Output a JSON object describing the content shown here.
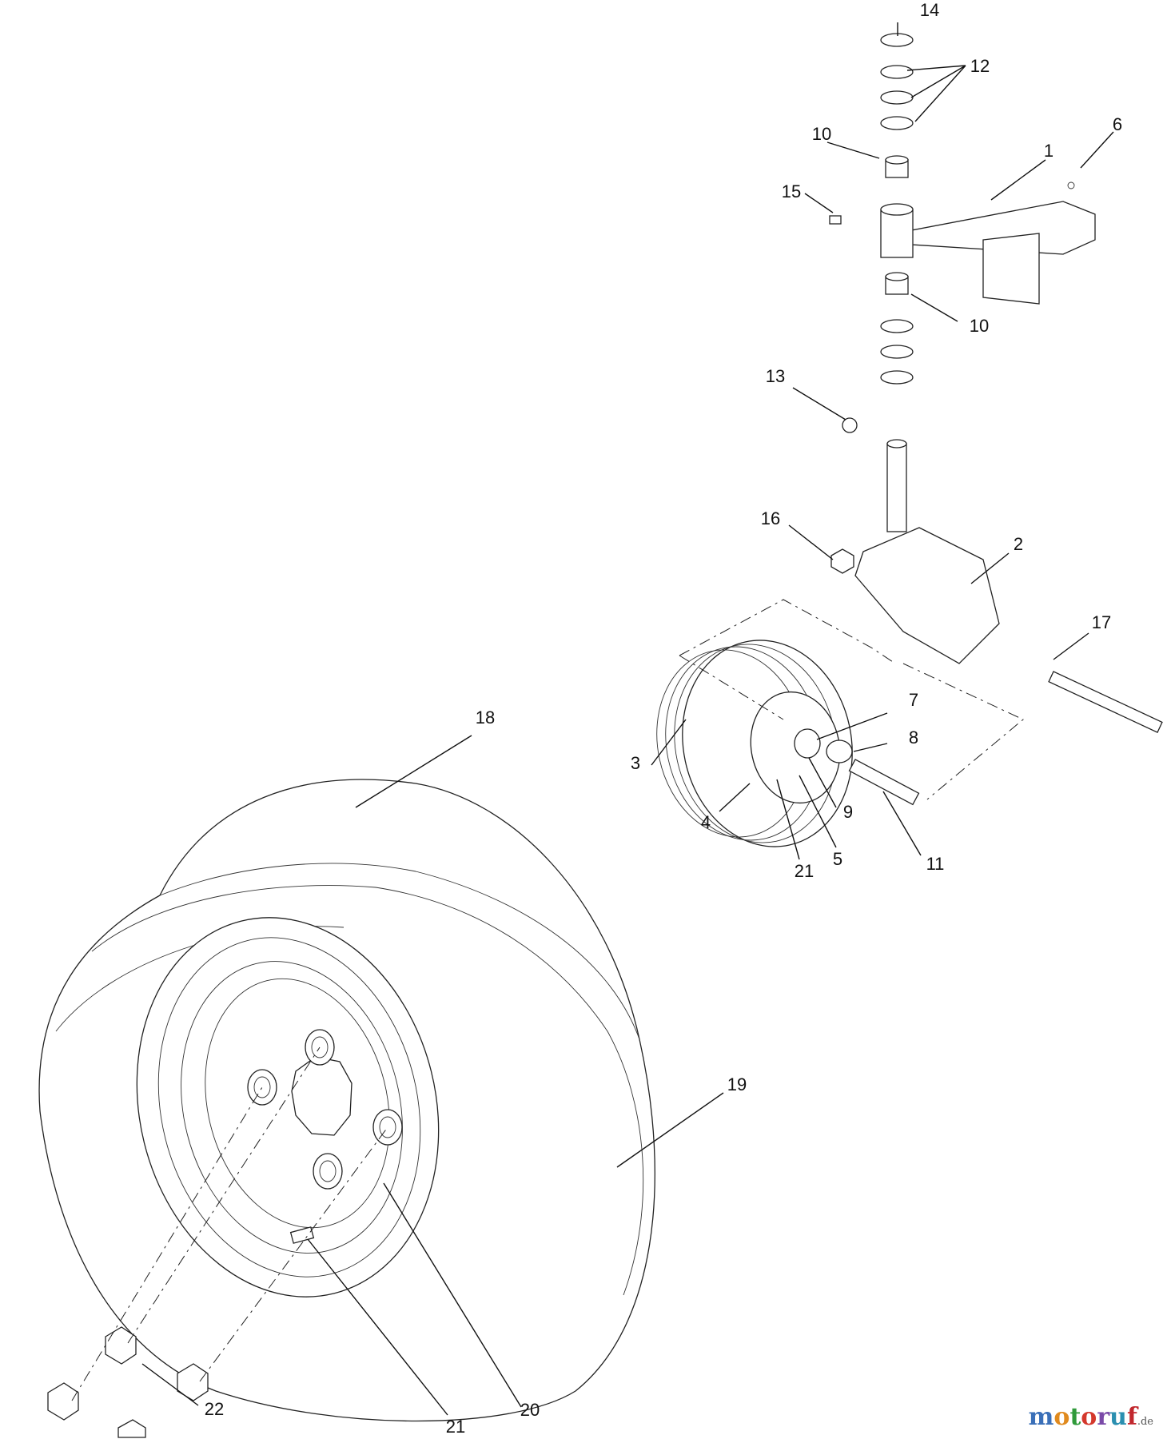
{
  "watermark": {
    "letters": [
      {
        "char": "m",
        "color": "#3a6fb8"
      },
      {
        "char": "o",
        "color": "#e08a1e"
      },
      {
        "char": "t",
        "color": "#2f9a3a"
      },
      {
        "char": "o",
        "color": "#d4382c"
      },
      {
        "char": "r",
        "color": "#7a4aa8"
      },
      {
        "char": "u",
        "color": "#2a8fb0"
      },
      {
        "char": "f",
        "color": "#c1272d"
      }
    ],
    "text": "motoruf",
    "suffix": ".de"
  },
  "callouts": [
    {
      "id": "c14",
      "text": "14"
    },
    {
      "id": "c12",
      "text": "12"
    },
    {
      "id": "c10a",
      "text": "10"
    },
    {
      "id": "c6",
      "text": "6"
    },
    {
      "id": "c1",
      "text": "1"
    },
    {
      "id": "c15",
      "text": "15"
    },
    {
      "id": "c10b",
      "text": "10"
    },
    {
      "id": "c13",
      "text": "13"
    },
    {
      "id": "c16",
      "text": "16"
    },
    {
      "id": "c2",
      "text": "2"
    },
    {
      "id": "c17",
      "text": "17"
    },
    {
      "id": "c18",
      "text": "18"
    },
    {
      "id": "c7",
      "text": "7"
    },
    {
      "id": "c3",
      "text": "3"
    },
    {
      "id": "c8",
      "text": "8"
    },
    {
      "id": "c9",
      "text": "9"
    },
    {
      "id": "c4",
      "text": "4"
    },
    {
      "id": "c21a",
      "text": "21"
    },
    {
      "id": "c5",
      "text": "5"
    },
    {
      "id": "c11",
      "text": "11"
    },
    {
      "id": "c19",
      "text": "19"
    },
    {
      "id": "c22",
      "text": "22"
    },
    {
      "id": "c20",
      "text": "20"
    },
    {
      "id": "c21b",
      "text": "21"
    }
  ]
}
